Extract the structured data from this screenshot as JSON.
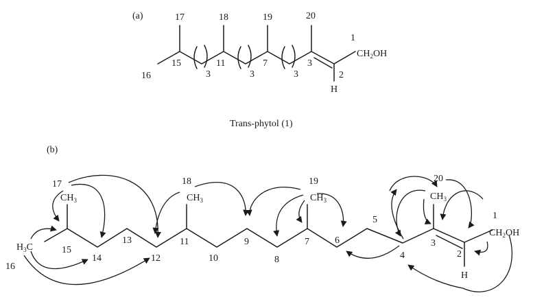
{
  "panel_a": {
    "label": "(a)",
    "caption": "Trans-phytol (1)",
    "num_17": "17",
    "num_18": "18",
    "num_19": "19",
    "num_20": "20",
    "num_1": "1",
    "num_16": "16",
    "num_15": "15",
    "num_11": "11",
    "num_7": "7",
    "num_3": "3",
    "num_2": "2",
    "rep_a": "3",
    "rep_b": "3",
    "rep_c": "3",
    "ch2oh_main": "CH",
    "ch2oh_sub": "2",
    "ch2oh_end": "OH",
    "hydrogen": "H"
  },
  "panel_b": {
    "label": "(b)",
    "num_17": "17",
    "num_18": "18",
    "num_19": "19",
    "num_20": "20",
    "num_16": "16",
    "num_15": "15",
    "num_14": "14",
    "num_13": "13",
    "num_12": "12",
    "num_11": "11",
    "num_10": "10",
    "num_9": "9",
    "num_8": "8",
    "num_7": "7",
    "num_6": "6",
    "num_5": "5",
    "num_4": "4",
    "num_3": "3",
    "num_2": "2",
    "num_1": "1",
    "ch": "CH",
    "sub_3": "3",
    "h3c_h": "H",
    "h3c_sub": "3",
    "h3c_c": "C",
    "ch2oh_main": "CH",
    "ch2oh_sub": "2",
    "ch2oh_end": "OH",
    "hydrogen": "H"
  }
}
